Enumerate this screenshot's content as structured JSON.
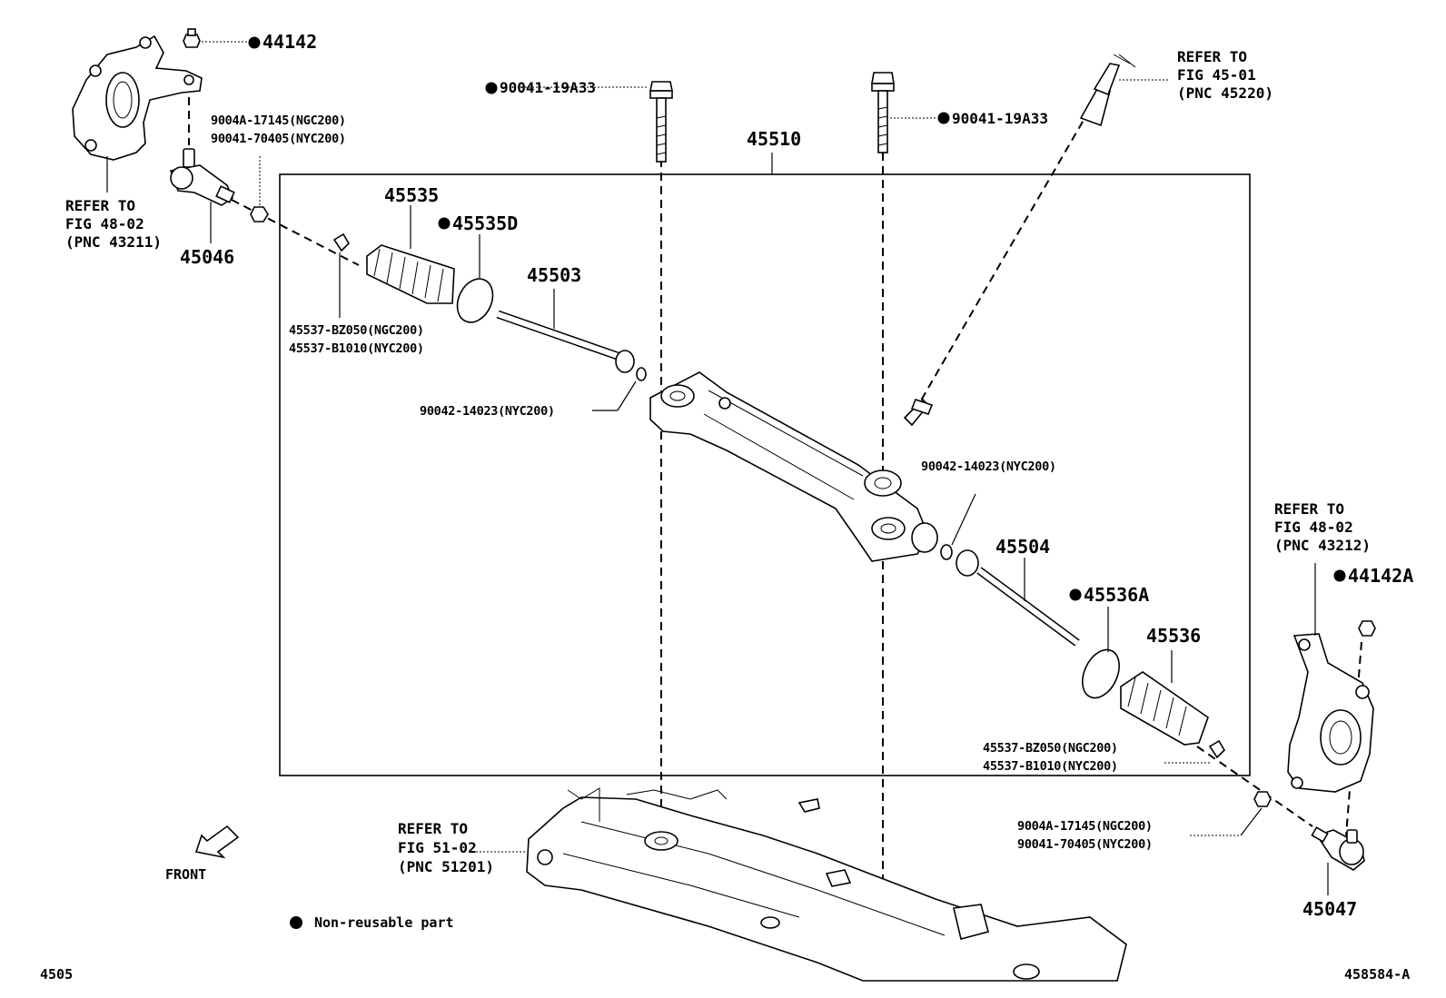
{
  "assembly": {
    "number": "45510"
  },
  "callouts": [
    {
      "id": "c44142",
      "mark": true,
      "text": "44142"
    },
    {
      "id": "c90041a",
      "mark": true,
      "text": "90041-19A33"
    },
    {
      "id": "c90041b",
      "mark": true,
      "text": "90041-19A33"
    },
    {
      "id": "c45510",
      "mark": false,
      "text": "45510"
    },
    {
      "id": "c45535",
      "mark": false,
      "text": "45535"
    },
    {
      "id": "c45535D",
      "mark": true,
      "text": "45535D"
    },
    {
      "id": "c45503",
      "mark": false,
      "text": "45503"
    },
    {
      "id": "c45046",
      "mark": false,
      "text": "45046"
    },
    {
      "id": "c45504",
      "mark": false,
      "text": "45504"
    },
    {
      "id": "c45536A",
      "mark": true,
      "text": "45536A"
    },
    {
      "id": "c45536",
      "mark": false,
      "text": "45536"
    },
    {
      "id": "c44142A",
      "mark": true,
      "text": "44142A"
    },
    {
      "id": "c45047",
      "mark": false,
      "text": "45047"
    }
  ],
  "variant_labels": {
    "nut_left": [
      "9004A-17145(NGC200)",
      "90041-70405(NYC200)"
    ],
    "clamp_left": [
      "45537-BZ050(NGC200)",
      "45537-B1010(NYC200)"
    ],
    "washer_left": "90042-14023(NYC200)",
    "washer_right": "90042-14023(NYC200)",
    "clamp_right": [
      "45537-BZ050(NGC200)",
      "45537-B1010(NYC200)"
    ],
    "nut_right": [
      "9004A-17145(NGC200)",
      "90041-70405(NYC200)"
    ]
  },
  "references": {
    "knuckle_left": [
      "REFER TO",
      "FIG 48-02",
      "(PNC 43211)"
    ],
    "steering_shaft": [
      "REFER TO",
      "FIG 45-01",
      "(PNC 45220)"
    ],
    "knuckle_right": [
      "REFER TO",
      "FIG 48-02",
      "(PNC 43212)"
    ],
    "crossmember": [
      "REFER TO",
      "FIG 51-02",
      "(PNC 51201)"
    ]
  },
  "front_label": "FRONT",
  "legend": {
    "text": "Non-reusable part"
  },
  "footer": {
    "page_code": "4505",
    "figure_id": "458584-A"
  }
}
